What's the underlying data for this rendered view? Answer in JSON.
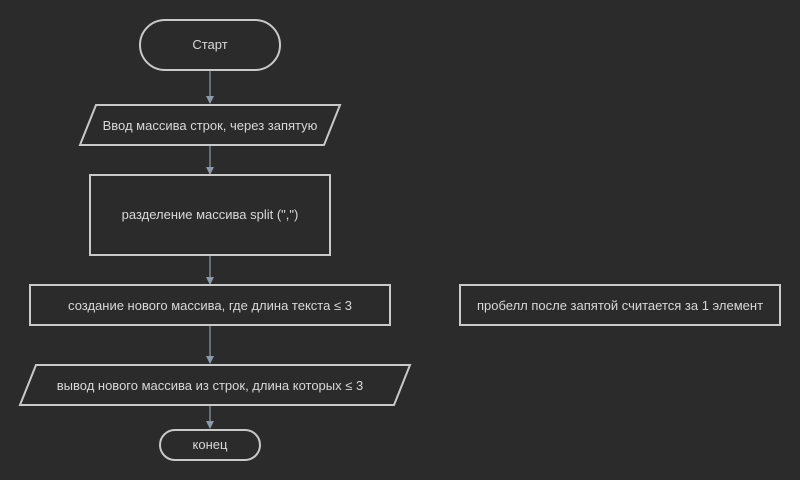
{
  "diagram": {
    "nodes": [
      {
        "id": "start",
        "kind": "terminator",
        "label": "Старт"
      },
      {
        "id": "input",
        "kind": "io",
        "label": "Ввод массива строк, через запятую"
      },
      {
        "id": "split",
        "kind": "process",
        "label": "разделение массива split (\",\")"
      },
      {
        "id": "create",
        "kind": "process",
        "label": "создание нового массива, где длина текста ≤ 3"
      },
      {
        "id": "output",
        "kind": "io",
        "label": "вывод нового массива из строк, длина которых ≤ 3"
      },
      {
        "id": "end",
        "kind": "terminator",
        "label": "конец"
      },
      {
        "id": "note",
        "kind": "note",
        "label": "пробелл после запятой считается за 1 элемент"
      }
    ],
    "edges": [
      {
        "from": "start",
        "to": "input"
      },
      {
        "from": "input",
        "to": "split"
      },
      {
        "from": "split",
        "to": "create"
      },
      {
        "from": "create",
        "to": "output"
      },
      {
        "from": "output",
        "to": "end"
      }
    ]
  }
}
